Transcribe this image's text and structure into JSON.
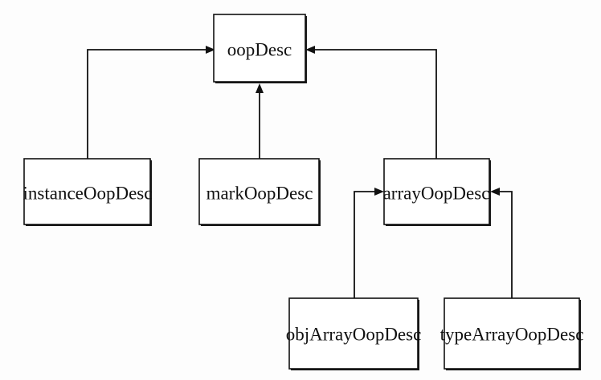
{
  "diagram": {
    "nodes": [
      {
        "id": "oopDesc",
        "label": "oopDesc"
      },
      {
        "id": "instanceOopDesc",
        "label": "instanceOopDesc"
      },
      {
        "id": "markOopDesc",
        "label": "markOopDesc"
      },
      {
        "id": "arrayOopDesc",
        "label": "arrayOopDesc"
      },
      {
        "id": "objArrayOopDesc",
        "label": "objArrayOopDesc"
      },
      {
        "id": "typeArrayOopDesc",
        "label": "typeArrayOopDesc"
      }
    ],
    "edges": [
      {
        "from": "instanceOopDesc",
        "to": "oopDesc"
      },
      {
        "from": "markOopDesc",
        "to": "oopDesc"
      },
      {
        "from": "arrayOopDesc",
        "to": "oopDesc"
      },
      {
        "from": "objArrayOopDesc",
        "to": "arrayOopDesc"
      },
      {
        "from": "typeArrayOopDesc",
        "to": "arrayOopDesc"
      }
    ],
    "colors": {
      "stroke": "#111111",
      "box_fill": "#ffffff",
      "background": "#fdfdfd"
    }
  }
}
